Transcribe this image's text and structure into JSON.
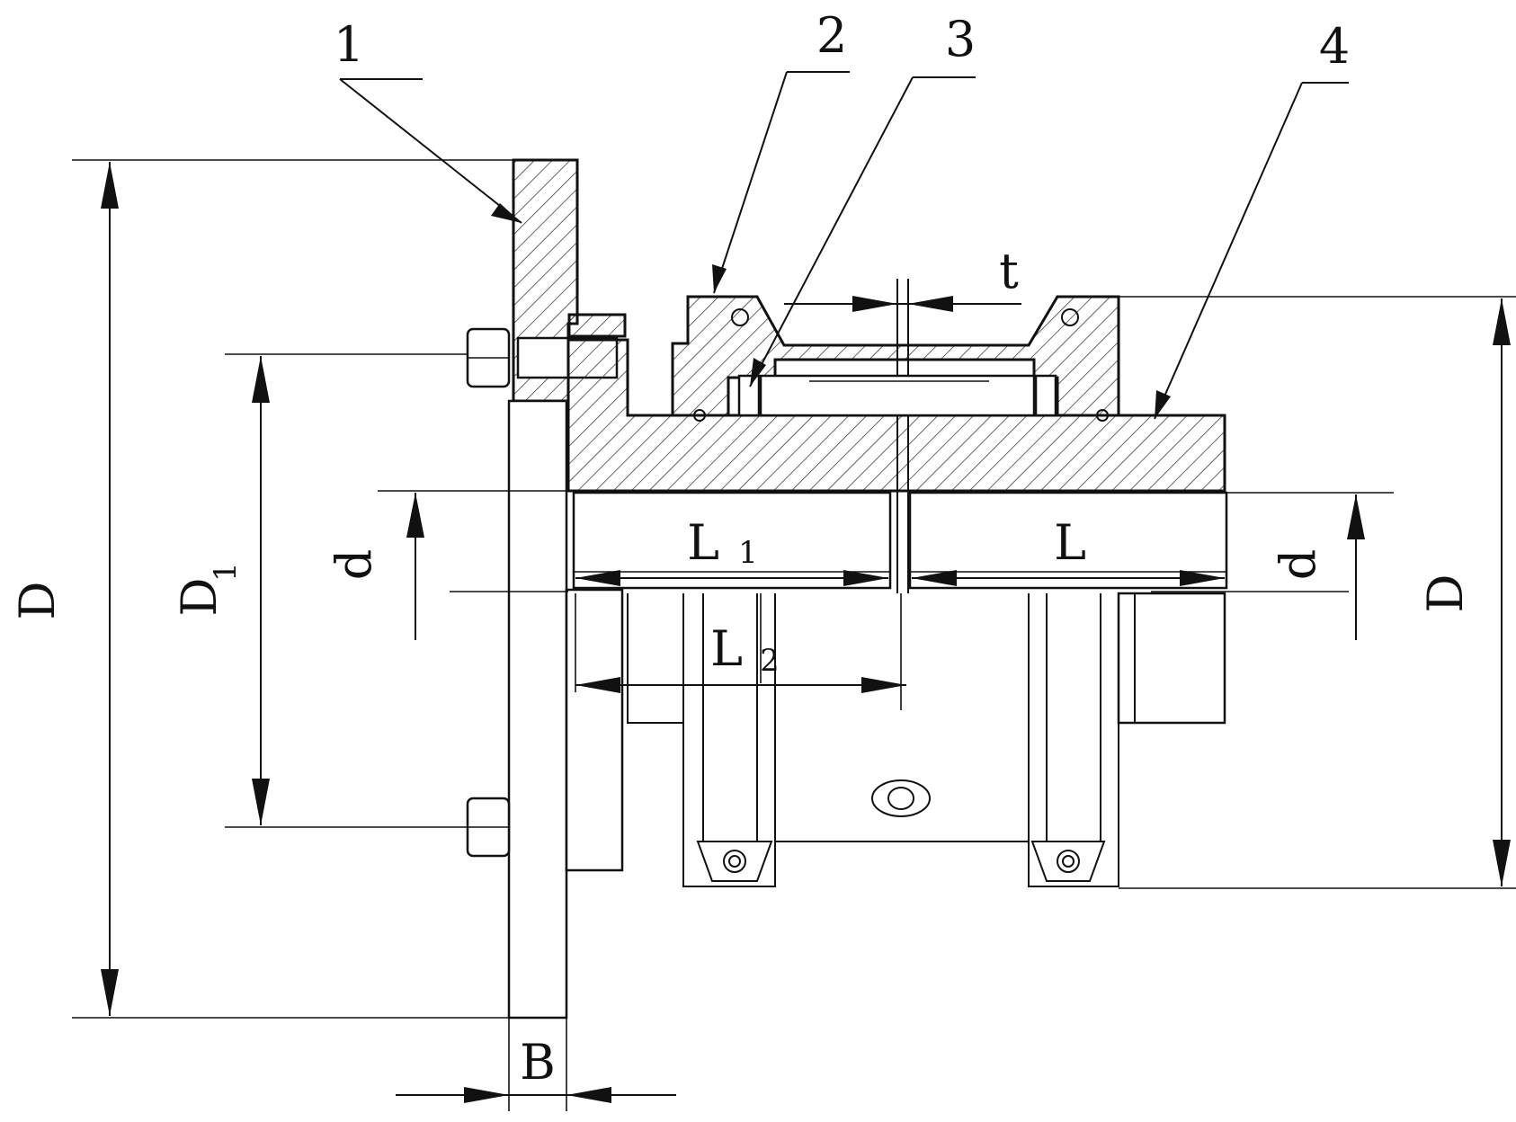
{
  "parts": {
    "p1": "1",
    "p2": "2",
    "p3": "3",
    "p4": "4"
  },
  "dimensions": {
    "D_left": "D",
    "D1_main": "D",
    "D1_sub": "1",
    "d_left": "d",
    "L1_main": "L",
    "L1_sub": "1",
    "L": "L",
    "d_right": "d",
    "D_right": "D",
    "L2_main": "L",
    "L2_sub": "2",
    "t": "t",
    "B": "B"
  },
  "colors": {
    "line": "#111111",
    "background": "#ffffff"
  }
}
